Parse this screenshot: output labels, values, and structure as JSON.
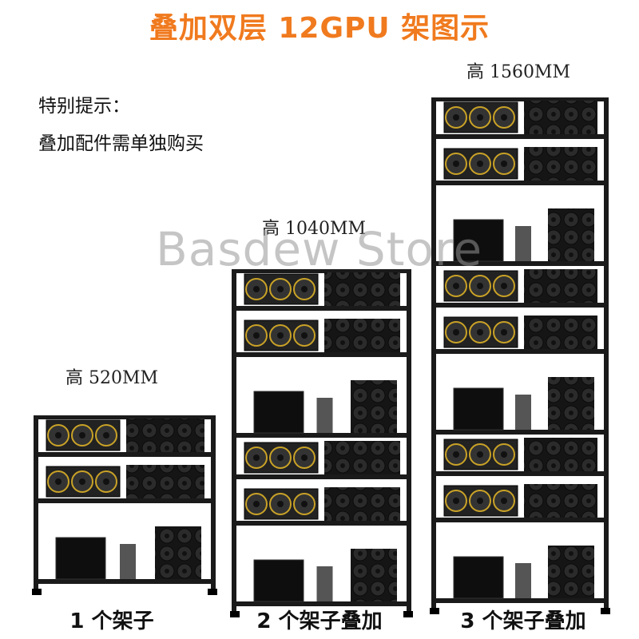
{
  "title": "叠加双层 12GPU 架图示",
  "note": {
    "line1": "特别提示：",
    "line2": "叠加配件需单独购买"
  },
  "racks": [
    {
      "height_label": "高 520MM",
      "caption": "1 个架子"
    },
    {
      "height_label": "高 1040MM",
      "caption": "2 个架子叠加"
    },
    {
      "height_label": "高 1560MM",
      "caption": "3 个架子叠加"
    }
  ],
  "watermark": "Basdew Store",
  "colors": {
    "title": "#f07a1e",
    "frame": "#1a1a1a",
    "gpu_accent": "#c9a227"
  }
}
